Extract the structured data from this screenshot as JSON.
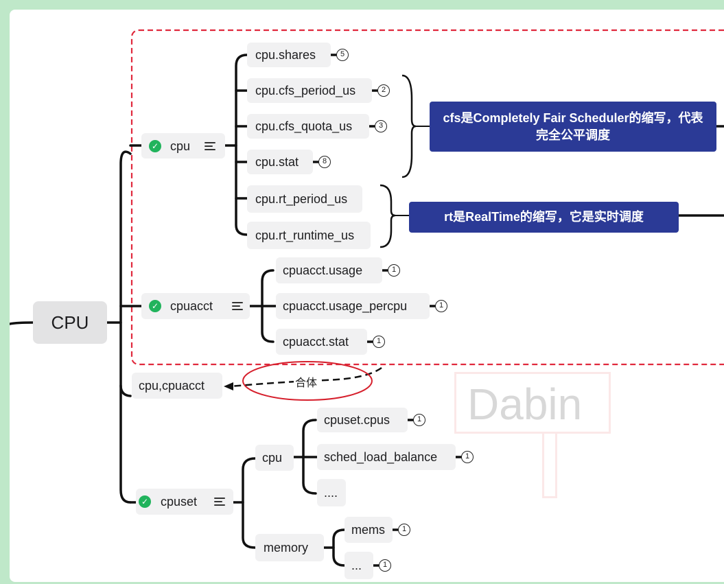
{
  "root": {
    "label": "CPU"
  },
  "cpu": {
    "label": "cpu",
    "children": {
      "shares": {
        "label": "cpu.shares",
        "count": "5"
      },
      "cfs_period": {
        "label": "cpu.cfs_period_us",
        "count": "2"
      },
      "cfs_quota": {
        "label": "cpu.cfs_quota_us",
        "count": "3"
      },
      "stat": {
        "label": "cpu.stat",
        "count": "8"
      },
      "rt_period": {
        "label": "cpu.rt_period_us"
      },
      "rt_runtime": {
        "label": "cpu.rt_runtime_us"
      }
    }
  },
  "cpuacct": {
    "label": "cpuacct",
    "children": {
      "usage": {
        "label": "cpuacct.usage",
        "count": "1"
      },
      "usage_percpu": {
        "label": "cpuacct.usage_percpu",
        "count": "1"
      },
      "stat": {
        "label": "cpuacct.stat",
        "count": "1"
      }
    }
  },
  "merged": {
    "label": "cpu,cpuacct",
    "arrow_label": "合体"
  },
  "cpuset": {
    "label": "cpuset",
    "cpu": {
      "label": "cpu",
      "children": {
        "cpus": {
          "label": "cpuset.cpus",
          "count": "1"
        },
        "sched": {
          "label": "sched_load_balance",
          "count": "1"
        },
        "more": {
          "label": "...."
        }
      }
    },
    "memory": {
      "label": "memory",
      "children": {
        "mems": {
          "label": "mems",
          "count": "1"
        },
        "more": {
          "label": "...",
          "count": "1"
        }
      }
    }
  },
  "callouts": {
    "cfs": "cfs是Completely Fair Scheduler的缩写，代表完全公平调度",
    "rt": "rt是RealTime的缩写，它是实时调度"
  },
  "watermark": "Dabin",
  "colors": {
    "background": "#bfe8c9",
    "callout": "#2b3a96",
    "dashed_box": "#e0283c",
    "check": "#21b35c",
    "node": "#f1f1f2"
  }
}
